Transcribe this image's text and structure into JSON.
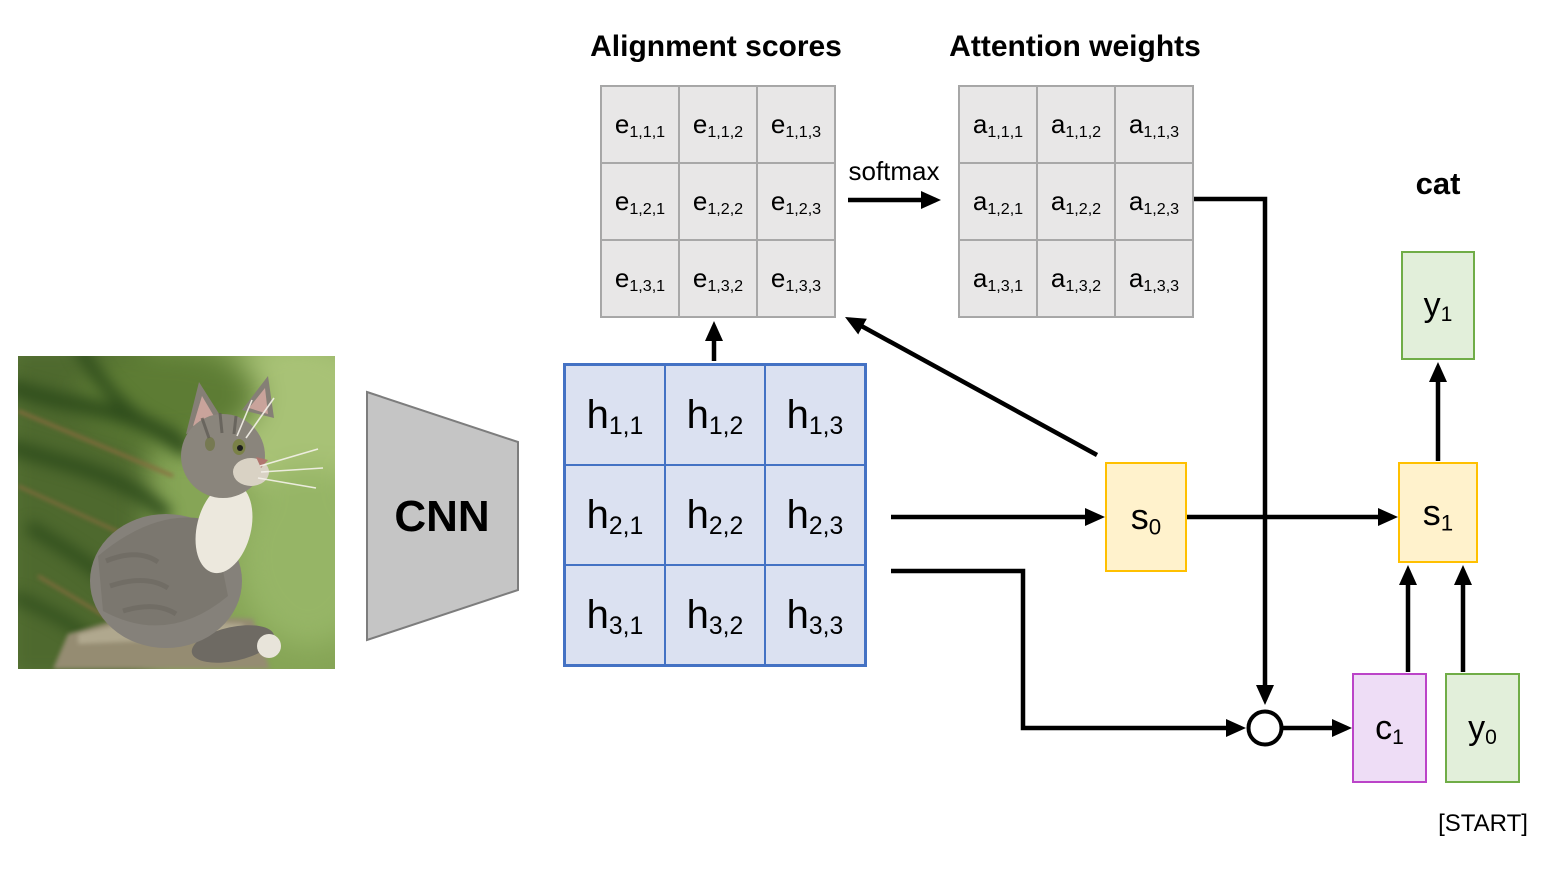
{
  "titles": {
    "alignment_scores": "Alignment scores",
    "attention_weights": "Attention weights"
  },
  "labels": {
    "softmax": "softmax",
    "cnn": "CNN",
    "predicted_word": "cat",
    "start_token": "[START]"
  },
  "grids": {
    "features": {
      "cells": [
        {
          "base": "h",
          "sub": "1,1"
        },
        {
          "base": "h",
          "sub": "1,2"
        },
        {
          "base": "h",
          "sub": "1,3"
        },
        {
          "base": "h",
          "sub": "2,1"
        },
        {
          "base": "h",
          "sub": "2,2"
        },
        {
          "base": "h",
          "sub": "2,3"
        },
        {
          "base": "h",
          "sub": "3,1"
        },
        {
          "base": "h",
          "sub": "3,2"
        },
        {
          "base": "h",
          "sub": "3,3"
        }
      ]
    },
    "alignment": {
      "cells": [
        {
          "base": "e",
          "sub": "1,1,1"
        },
        {
          "base": "e",
          "sub": "1,1,2"
        },
        {
          "base": "e",
          "sub": "1,1,3"
        },
        {
          "base": "e",
          "sub": "1,2,1"
        },
        {
          "base": "e",
          "sub": "1,2,2"
        },
        {
          "base": "e",
          "sub": "1,2,3"
        },
        {
          "base": "e",
          "sub": "1,3,1"
        },
        {
          "base": "e",
          "sub": "1,3,2"
        },
        {
          "base": "e",
          "sub": "1,3,3"
        }
      ]
    },
    "attention": {
      "cells": [
        {
          "base": "a",
          "sub": "1,1,1"
        },
        {
          "base": "a",
          "sub": "1,1,2"
        },
        {
          "base": "a",
          "sub": "1,1,3"
        },
        {
          "base": "a",
          "sub": "1,2,1"
        },
        {
          "base": "a",
          "sub": "1,2,2"
        },
        {
          "base": "a",
          "sub": "1,2,3"
        },
        {
          "base": "a",
          "sub": "1,3,1"
        },
        {
          "base": "a",
          "sub": "1,3,2"
        },
        {
          "base": "a",
          "sub": "1,3,3"
        }
      ]
    }
  },
  "nodes": {
    "s0": {
      "base": "s",
      "sub": "0"
    },
    "s1": {
      "base": "s",
      "sub": "1"
    },
    "c1": {
      "base": "c",
      "sub": "1"
    },
    "y0": {
      "base": "y",
      "sub": "0"
    },
    "y1": {
      "base": "y",
      "sub": "1"
    }
  },
  "photo": {
    "description": "Gray tabby kitten sitting on a stone, looking up, with green pine branches in the background"
  },
  "colors": {
    "feature_grid_fill": "#dbe1f1",
    "feature_grid_border": "#4472c4",
    "score_grid_fill": "#e8e7e7",
    "score_grid_border": "#a6a6a6",
    "hidden_state_fill": "#fff2cc",
    "hidden_state_border": "#ffc000",
    "context_fill": "#eeddf6",
    "context_border": "#bb44c8",
    "word_fill": "#e2efda",
    "word_border": "#70ad47",
    "cnn_fill": "#c5c5c5",
    "cnn_border": "#7d7d7d",
    "arrow_color": "#000000"
  }
}
